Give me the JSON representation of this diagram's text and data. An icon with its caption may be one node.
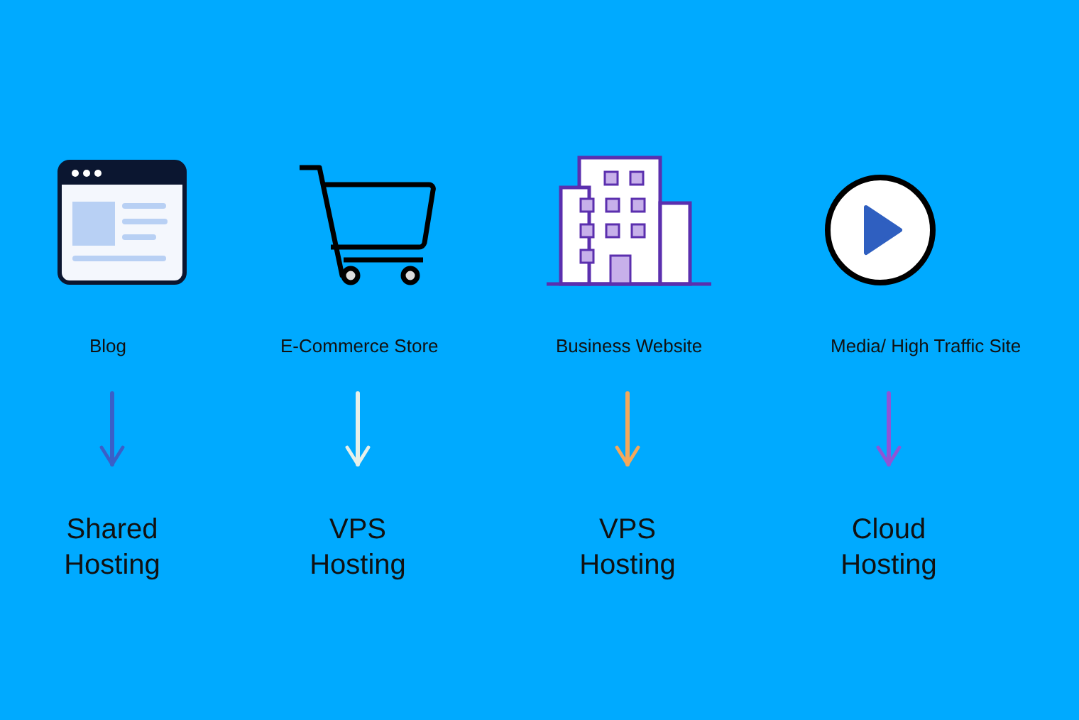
{
  "diagram": {
    "nodes": [
      {
        "text": [
          "Blog"
        ]
      },
      {
        "text": [
          "E-Commerce Store"
        ]
      },
      {
        "text": [
          "Business Website"
        ]
      },
      {
        "text": [
          "Media/ High Traffic Site"
        ]
      },
      {
        "text": [
          "Shared Hosting"
        ]
      },
      {
        "text": [
          "VPS Hosting"
        ]
      },
      {
        "text": [
          "VPS Hosting"
        ]
      },
      {
        "text": [
          "Cloud Hosting"
        ]
      }
    ],
    "edges": [
      {
        "from": 0,
        "to": 4,
        "arrow": "to",
        "color": "#3a5fc8"
      },
      {
        "from": 1,
        "to": 5,
        "arrow": "to",
        "color": "#e6f0ea"
      },
      {
        "from": 2,
        "to": 6,
        "arrow": "to",
        "color": "#f5a85a"
      },
      {
        "from": 3,
        "to": 7,
        "arrow": "to",
        "color": "#8e55d6"
      }
    ]
  }
}
